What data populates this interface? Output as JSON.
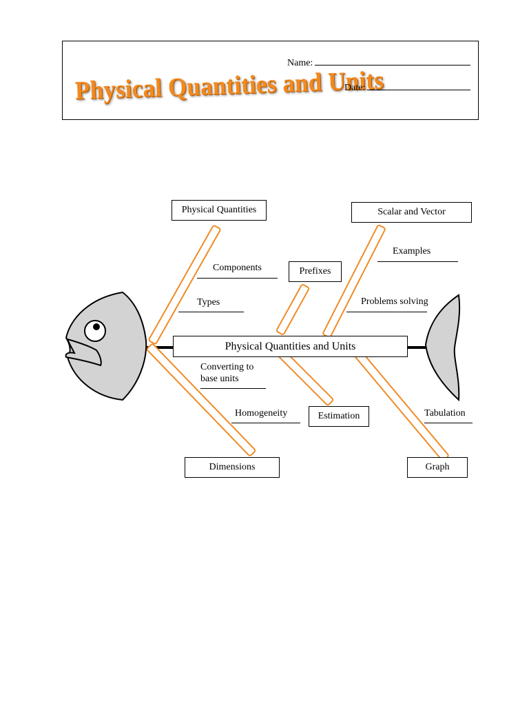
{
  "header": {
    "title": "Physical Quantities and Units",
    "name_label": "Name:",
    "date_label": "Date:"
  },
  "diagram": {
    "central": "Physical Quantities and Units",
    "boxes": {
      "physical_quantities": "Physical Quantities",
      "scalar_vector": "Scalar and Vector",
      "prefixes": "Prefixes",
      "estimation": "Estimation",
      "dimensions": "Dimensions",
      "graph": "Graph"
    },
    "subs": {
      "components": "Components",
      "types": "Types",
      "examples": "Examples",
      "problems_solving": "Problems solving",
      "converting": "Converting to\nbase units",
      "homogeneity": "Homogeneity",
      "tabulation": "Tabulation"
    },
    "colors": {
      "bone": "#f08a24",
      "fish_fill": "#d3d3d3",
      "outline": "#000000"
    },
    "icons": [
      "fish-head-icon",
      "fish-tail-icon",
      "fish-eye-icon"
    ]
  }
}
